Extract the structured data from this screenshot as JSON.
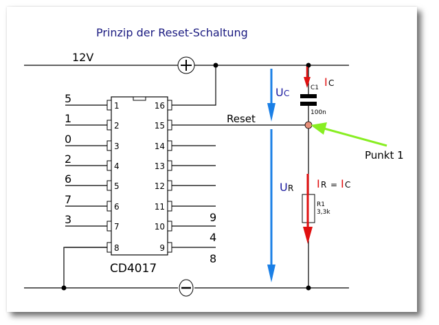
{
  "title": "Prinzip der Reset-Schaltung",
  "supply": {
    "voltage_label": "12V",
    "plus_symbol": "+",
    "minus_symbol": "−"
  },
  "chip": {
    "name": "CD4017",
    "left_pins": [
      {
        "pin": "1",
        "output": "5"
      },
      {
        "pin": "2",
        "output": "1"
      },
      {
        "pin": "3",
        "output": "0"
      },
      {
        "pin": "4",
        "output": "2"
      },
      {
        "pin": "5",
        "output": "6"
      },
      {
        "pin": "6",
        "output": "7"
      },
      {
        "pin": "7",
        "output": "3"
      },
      {
        "pin": "8",
        "output": ""
      }
    ],
    "right_pins": [
      {
        "pin": "16",
        "output": ""
      },
      {
        "pin": "15",
        "output": "Reset"
      },
      {
        "pin": "14",
        "output": ""
      },
      {
        "pin": "13",
        "output": ""
      },
      {
        "pin": "12",
        "output": ""
      },
      {
        "pin": "11",
        "output": "9"
      },
      {
        "pin": "10",
        "output": "4"
      },
      {
        "pin": "9",
        "output": "8"
      }
    ]
  },
  "reset_label": "Reset",
  "capacitor": {
    "name": "C1",
    "value": "100n"
  },
  "resistor": {
    "name": "R1",
    "value": "3,3k"
  },
  "voltages": {
    "uc_main": "U",
    "uc_sub": "C",
    "ur_main": "U",
    "ur_sub": "R"
  },
  "currents": {
    "ic_main": "I",
    "ic_sub": "C",
    "ir_main": "I",
    "ir_sub": "R",
    "equals": "="
  },
  "point_label": "Punkt 1",
  "colors": {
    "voltage_arrow": "#1a7fe6",
    "current_arrow": "#e01010",
    "pointer": "#88ee22",
    "node_point": "#e8907a",
    "title": "#1a1a80",
    "voltage_text": "#1a1aa0"
  }
}
